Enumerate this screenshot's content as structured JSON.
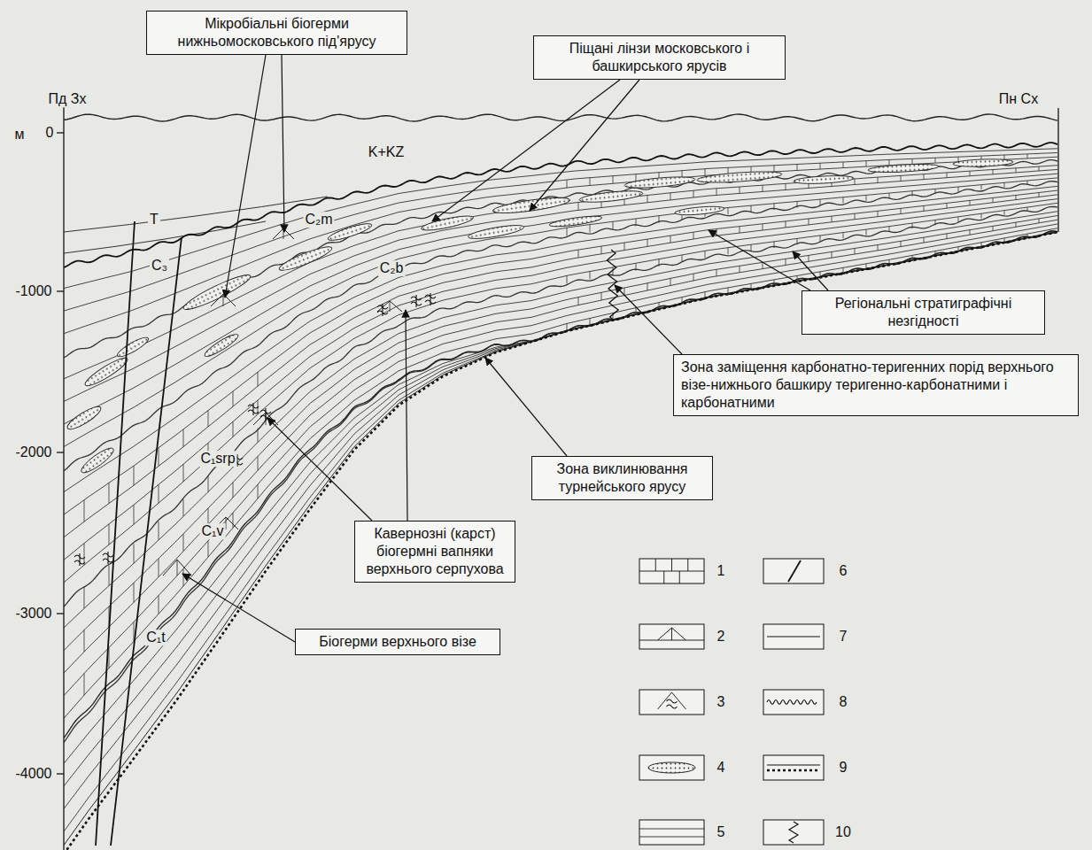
{
  "diagram": {
    "nodes": [
      {
        "text": [
          "Мікробіальні біогерми нижньомосковського під'ярусу"
        ]
      },
      {
        "text": [
          "Піщані лінзи московського і башкирського ярусів"
        ]
      },
      {
        "text": [
          "Регіональні стратиграфічні незгідності"
        ]
      },
      {
        "text": [
          "Зона заміщення карбонатно-теригенних порід верхнього візе-нижнього башкиру теригенно-карбонатними і карбонатними"
        ]
      },
      {
        "text": [
          "Зона виклинювання турнейського ярусу"
        ]
      },
      {
        "text": [
          "Кавернозні (карст) біогермні вапняки верхнього серпухова"
        ]
      },
      {
        "text": [
          "Біогерми верхнього візе"
        ]
      }
    ],
    "labels": [
      "Пд Зх",
      "Пн Сх",
      "м",
      "0",
      "-1000",
      "-2000",
      "-3000",
      "-4000",
      "K+KZ",
      "T",
      "C₃",
      "C₂m",
      "C₂b",
      "C₁srp",
      "C₁v",
      "C₁t"
    ],
    "legend": [
      {
        "text": "1"
      },
      {
        "text": "2"
      },
      {
        "text": "3"
      },
      {
        "text": "4"
      },
      {
        "text": "5"
      },
      {
        "text": "6"
      },
      {
        "text": "7"
      },
      {
        "text": "8"
      },
      {
        "text": "9"
      },
      {
        "text": "10"
      }
    ]
  }
}
